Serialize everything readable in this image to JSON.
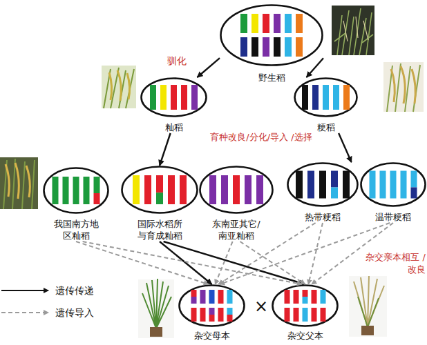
{
  "diagram": {
    "nodes": [
      {
        "text": [
          "野生稻"
        ]
      },
      {
        "text": [
          "籼稻"
        ]
      },
      {
        "text": [
          "粳稻"
        ]
      },
      {
        "text": [
          "我国南方地 区籼稻"
        ]
      },
      {
        "text": [
          "国际水稻所 与育成籼稻"
        ]
      },
      {
        "text": [
          "东南亚其它/ 南亚籼稻"
        ]
      },
      {
        "text": [
          "热带粳稻"
        ]
      },
      {
        "text": [
          "温带粳稻"
        ]
      },
      {
        "text": [
          "杂交母本"
        ]
      },
      {
        "text": [
          "杂交父本"
        ]
      }
    ],
    "edges": [
      {
        "from": 0,
        "to": 1,
        "arrow": "to",
        "label": "驯化"
      },
      {
        "from": 0,
        "to": 2,
        "arrow": "to"
      },
      {
        "from": 1,
        "to": 4,
        "arrow": "to"
      },
      {
        "from": 2,
        "to": 6,
        "arrow": "to"
      },
      {
        "from": 4,
        "to": 8,
        "arrow": "to"
      },
      {
        "from": 4,
        "to": 9,
        "arrow": "to"
      },
      {
        "from": 3,
        "to": 8,
        "arrow": "to"
      },
      {
        "from": 3,
        "to": 9,
        "arrow": "to"
      },
      {
        "from": 5,
        "to": 8,
        "arrow": "to"
      },
      {
        "from": 5,
        "to": 9,
        "arrow": "to"
      },
      {
        "from": 6,
        "to": 8,
        "arrow": "to"
      },
      {
        "from": 6,
        "to": 9,
        "arrow": "to"
      },
      {
        "from": 7,
        "to": 8,
        "arrow": "to"
      },
      {
        "from": 7,
        "to": 9,
        "arrow": "to"
      }
    ],
    "labels": [
      "育种改良/分化/导入 /选择",
      "×",
      "杂交亲本相互 /改良"
    ],
    "legend": [
      {
        "text": "遗传传递"
      },
      {
        "text": "遗传导入"
      }
    ]
  }
}
